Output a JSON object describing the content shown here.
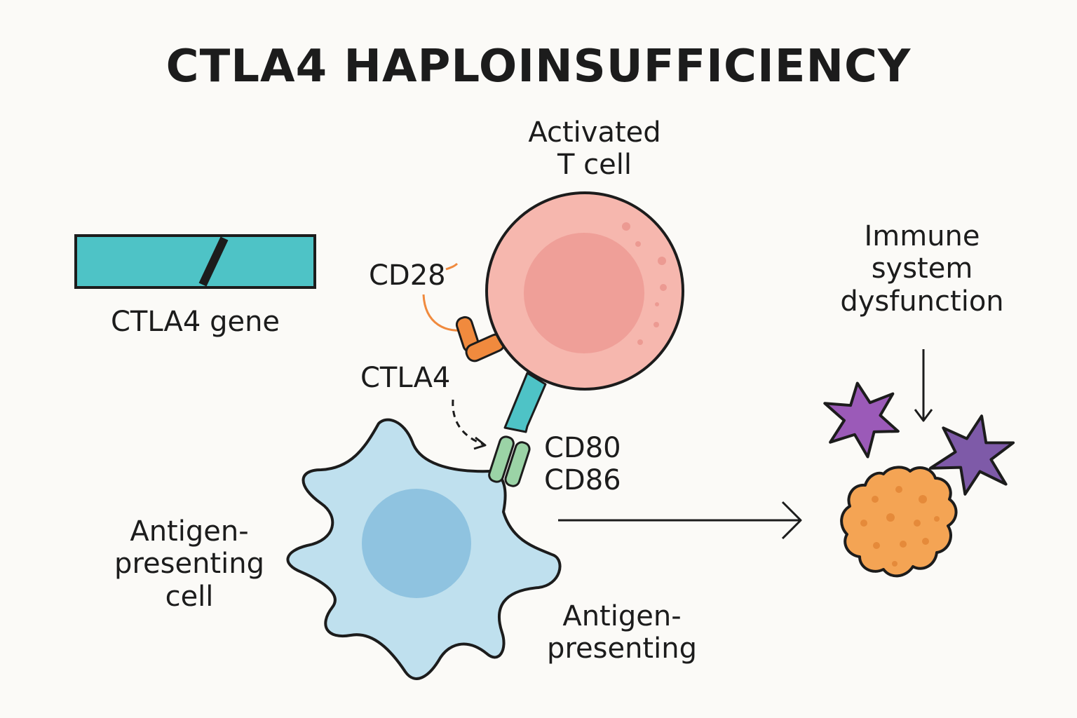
{
  "title": "CTLA4 HAPLOINSUFFICIENCY",
  "labels": {
    "gene": "CTLA4 gene",
    "t_cell_line1": "Activated",
    "t_cell_line2": "T cell",
    "cd28": "CD28",
    "ctla4": "CTLA4",
    "cd80": "CD80",
    "cd86": "CD86",
    "apc_line1": "Antigen-",
    "apc_line2": "presenting",
    "apc_line3": "cell",
    "apc_bottom_line1": "Antigen-",
    "apc_bottom_line2": "presenting",
    "dysfunction_line1": "Immune",
    "dysfunction_line2": "system",
    "dysfunction_line3": "dysfunction"
  },
  "colors": {
    "gene_fill": "#4ec3c6",
    "t_cell_fill": "#f6b7ae",
    "t_cell_nucleus": "#ef9f98",
    "apc_fill": "#bfe0ee",
    "apc_nucleus": "#8fc3e0",
    "cd28": "#f08a3e",
    "ctla4": "#4ec3c6",
    "cd80_cd86": "#9bd3a6",
    "star_1": "#9b5ab8",
    "star_2": "#7e5aa8",
    "orange_cell": "#f4a454",
    "outline": "#1c1c1c"
  }
}
